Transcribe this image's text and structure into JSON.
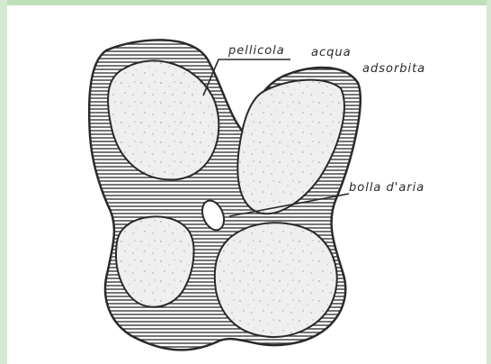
{
  "labels": {
    "pellicola": "pellicola",
    "acqua": "acqua",
    "adsorbita": "adsorbita",
    "bolla": "bolla d'aria"
  },
  "icons": {
    "pattern": "horizontal-hatch",
    "particle": "stippled-grain"
  },
  "colors": {
    "frame": "#c9e5c6",
    "ink": "#2a2a2a",
    "hatch": "#3a3a3a",
    "grain": "#efefef"
  }
}
